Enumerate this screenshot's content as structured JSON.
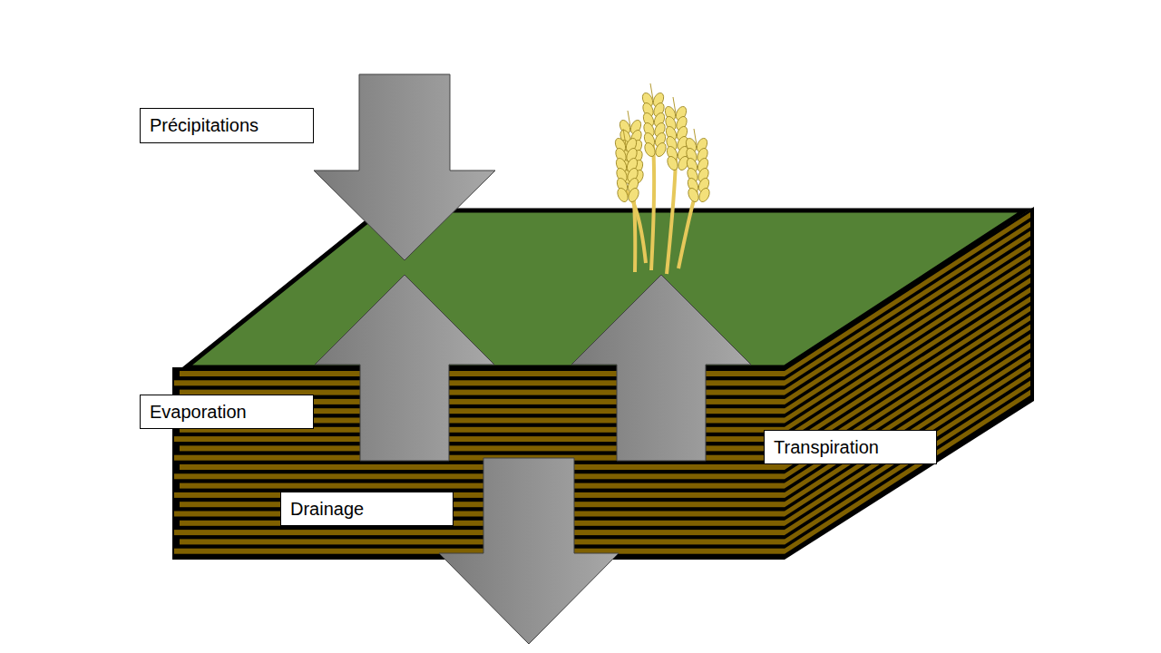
{
  "diagram": {
    "nodes": [
      {
        "text": [
          "Précipitations"
        ]
      },
      {
        "text": [
          "Evaporation"
        ]
      },
      {
        "text": [
          "Transpiration"
        ]
      },
      {
        "text": [
          "Drainage"
        ]
      }
    ]
  }
}
